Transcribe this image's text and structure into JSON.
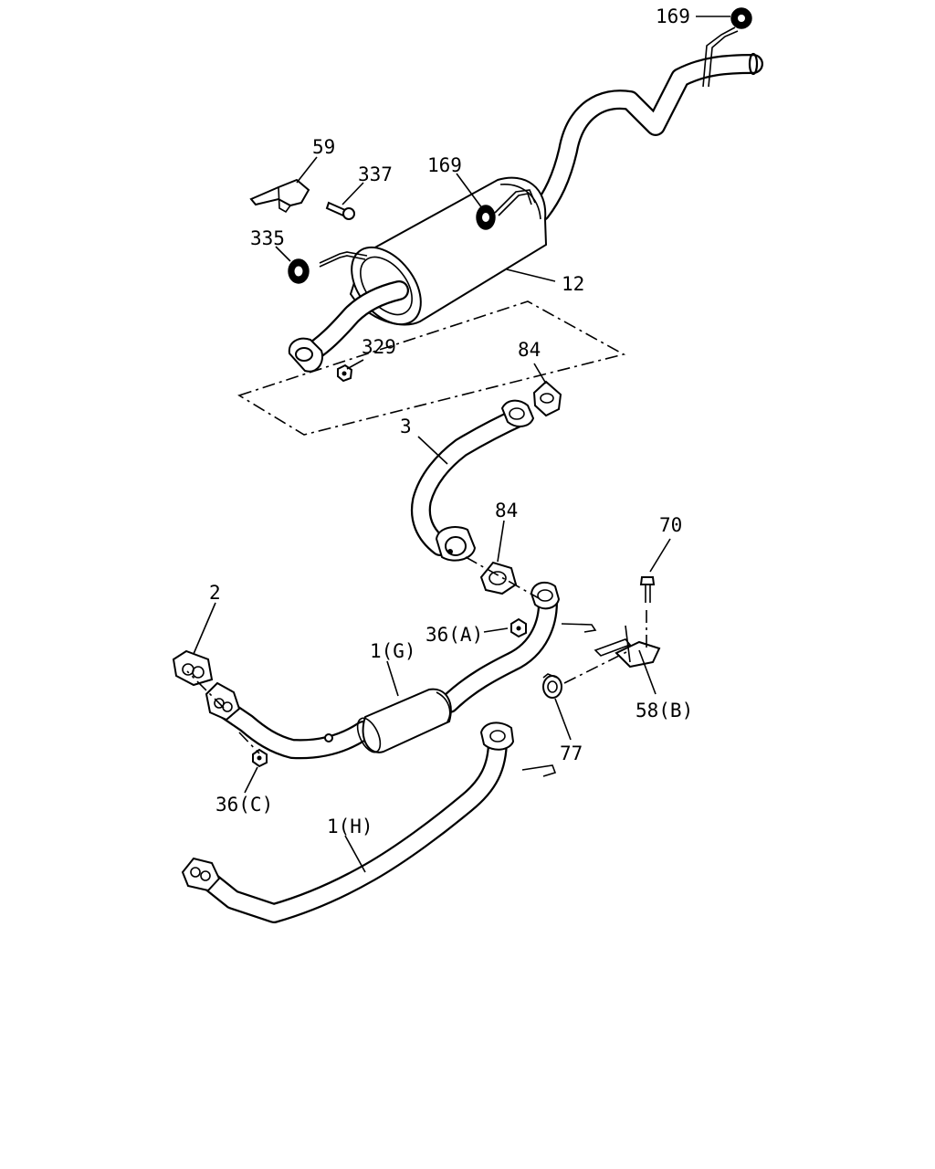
{
  "callouts": {
    "c169_top": "169",
    "c59": "59",
    "c337": "337",
    "c169_mid": "169",
    "c335": "335",
    "c12": "12",
    "c329": "329",
    "c84_top": "84",
    "c3": "3",
    "c84_mid": "84",
    "c70": "70",
    "c2": "2",
    "c36a": "36(A)",
    "c1g": "1(G)",
    "c58b": "58(B)",
    "c77": "77",
    "c36c": "36(C)",
    "c1h": "1(H)"
  }
}
